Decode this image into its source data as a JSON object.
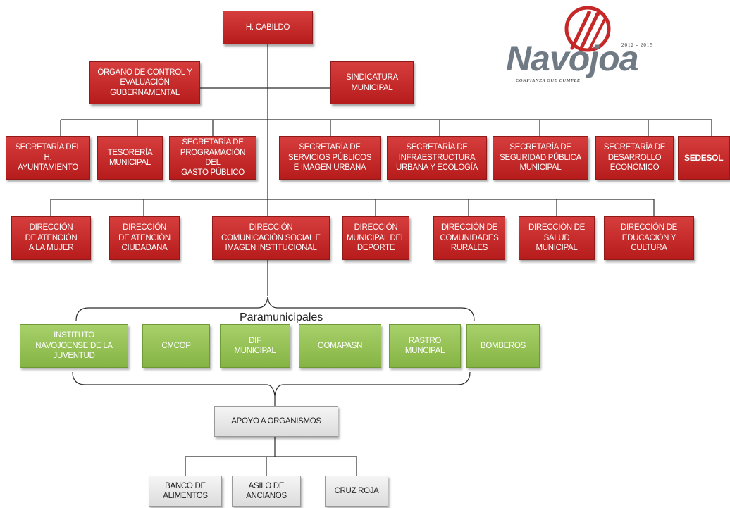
{
  "top": {
    "cabildo": "H. CABILDO"
  },
  "staff": {
    "organo_control": "ÓRGANO DE CONTROL Y\nEVALUACIÓN\nGUBERNAMENTAL",
    "sindicatura": "SINDICATURA\nMUNICIPAL"
  },
  "secretarias": [
    "SECRETARÍA DEL\nH.\nAYUNTAMIENTO",
    "TESORERÍA\nMUNICIPAL",
    "SECRETARÍA DE\nPROGRAMACIÓN DEL\nGASTO PÚBLICO",
    "SECRETARÍA DE\nSERVICIOS PÚBLICOS\nE IMAGEN URBANA",
    "SECRETARÍA DE\nINFRAESTRUCTURA\nURBANA Y ECOLOGÍA",
    "SECRETARÍA DE\nSEGURIDAD PÚBLICA\nMUNICIPAL",
    "SECRETARÍA DE\nDESARROLLO\nECONÓMICO",
    "SEDESOL"
  ],
  "direcciones": [
    "DIRECCIÓN\nDE ATENCIÓN\nA LA MUJER",
    "DIRECCIÓN\nDE ATENCIÓN\nCIUDADANA",
    "DIRECCIÓN\nCOMUNICACIÓN SOCIAL E\nIMAGEN INSTITUCIONAL",
    "DIRECCIÓN\nMUNICIPAL DEL\nDEPORTE",
    "DIRECCIÓN DE\nCOMUNIDADES\nRURALES",
    "DIRECCIÓN DE\nSALUD\nMUNICIPAL",
    "DIRECCIÓN DE\nEDUCACIÓN Y\nCULTURA"
  ],
  "paramunicipales": {
    "label": "Paramunicipales",
    "items": [
      "INSTITUTO\nNAVOJOENSE DE LA\nJUVENTUD",
      "CMCOP",
      "DIF\nMUNICIPAL",
      "OOMAPASN",
      "RASTRO\nMUNCIPAL",
      "BOMBEROS"
    ]
  },
  "apoyo": {
    "title": "APOYO A ORGANISMOS",
    "items": [
      "BANCO DE\nALIMENTOS",
      "ASILO DE\nANCIANOS",
      "CRUZ ROJA"
    ]
  },
  "logo": {
    "word": "Navojoa",
    "years": "2012 - 2015",
    "tagline": "CONFIANZA QUE CUMPLE"
  },
  "colors": {
    "red": "#c62828",
    "green": "#96c257",
    "gray": "#e6e6e6",
    "logo_red": "#c62828",
    "logo_gray": "#6f7a85"
  }
}
